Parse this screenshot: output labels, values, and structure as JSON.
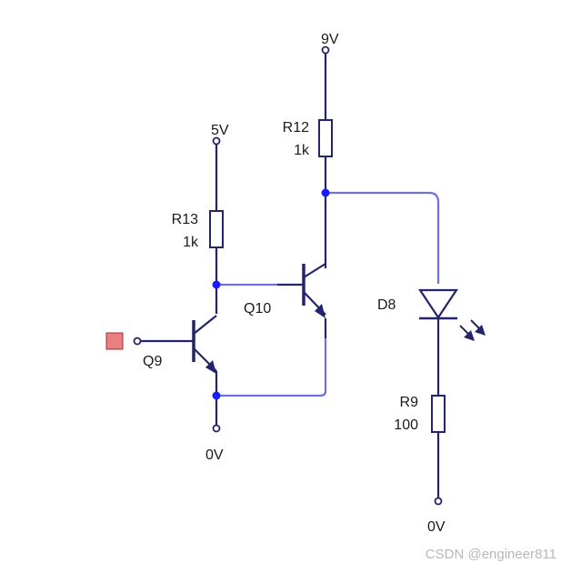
{
  "schematic": {
    "supplies": {
      "top_rail": "9V",
      "left_rail": "5V",
      "ground_q9": "0V",
      "ground_led": "0V"
    },
    "components": {
      "r12": {
        "name": "R12",
        "value": "1k"
      },
      "r13": {
        "name": "R13",
        "value": "1k"
      },
      "q10": {
        "name": "Q10"
      },
      "q9": {
        "name": "Q9"
      },
      "d8": {
        "name": "D8"
      },
      "r9": {
        "name": "R9",
        "value": "100"
      }
    },
    "colors": {
      "wire": "#23246a",
      "highlighted_wire": "#7070dd",
      "junction": "#1a1aff",
      "input_marker": "#e88080"
    }
  },
  "watermark": "CSDN @engineer811"
}
